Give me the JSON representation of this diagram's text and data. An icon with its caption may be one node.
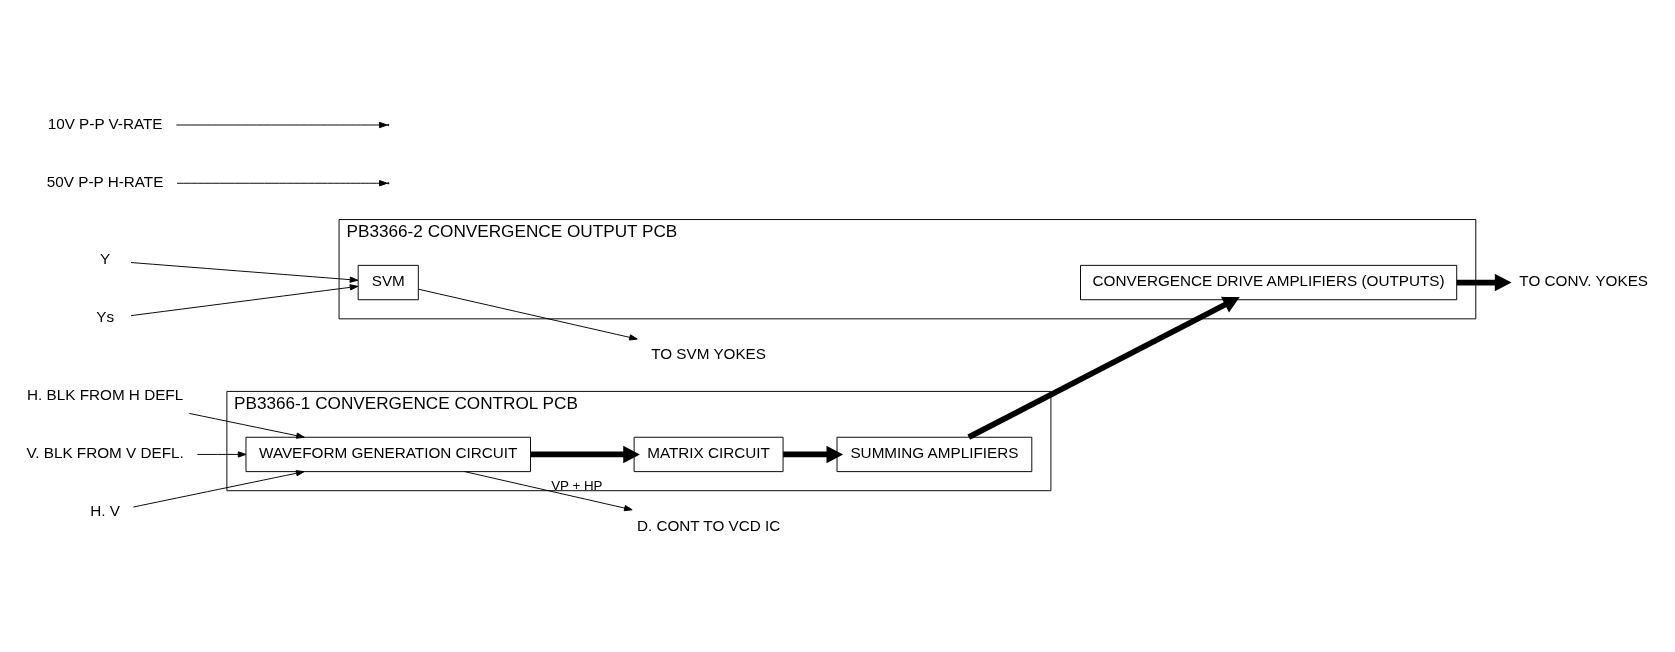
{
  "diagram": {
    "nodes": [
      {
        "text": [
          "PB3366-1 CONVERGENCE CONTROL PCB"
        ]
      },
      {
        "text": [
          "MATRIX CIRCUIT"
        ],
        "in": 0
      },
      {
        "text": [
          "SUMMING AMPLIFIERS"
        ],
        "in": 0
      },
      {
        "text": [
          "WAVEFORM GENERATION CIRCUIT"
        ],
        "in": 0
      },
      {
        "text": [
          "PB3366-2 CONVERGENCE OUTPUT PCB"
        ]
      },
      {
        "text": [
          "CONVERGENCE DRIVE AMPLIFIERS (OUTPUTS)"
        ],
        "in": 4
      },
      {
        "text": [
          "SVM"
        ],
        "in": 4
      },
      {
        "text": [
          "H. BLK FROM H DEFL"
        ]
      },
      {
        "text": [
          "V. BLK FROM V DEFL."
        ]
      },
      {
        "text": [
          "H. V"
        ]
      },
      {
        "text": [
          "D. CONT TO VCD IC"
        ]
      },
      {
        "text": [
          "TO CONV. YOKES"
        ]
      },
      {
        "text": [
          "Y"
        ]
      },
      {
        "text": [
          "Ys"
        ]
      },
      {
        "text": [
          "TO SVM YOKES"
        ]
      },
      {
        "text": [
          "50V P-P H-RATE"
        ]
      },
      {
        "text": [
          "10V P-P V-RATE"
        ]
      }
    ],
    "edges": [
      {
        "from": 15,
        "to": null,
        "arrow": "to"
      },
      {
        "from": 7,
        "to": 3,
        "arrow": "to"
      },
      {
        "from": 8,
        "to": 3,
        "arrow": "to"
      },
      {
        "from": 16,
        "to": null,
        "arrow": "to"
      },
      {
        "from": 9,
        "to": 3,
        "arrow": "to"
      },
      {
        "from": 3,
        "to": 1,
        "arrow": "to",
        "style": "thick"
      },
      {
        "from": 1,
        "to": 2,
        "arrow": "to",
        "style": "thick"
      },
      {
        "from": 2,
        "to": 5,
        "arrow": "to",
        "style": "thick"
      },
      {
        "from": 5,
        "to": 11,
        "arrow": "to",
        "style": "thick"
      },
      {
        "from": 3,
        "to": 10,
        "arrow": "to",
        "label": "VP + HP"
      },
      {
        "from": 12,
        "to": 6,
        "arrow": "to"
      },
      {
        "from": 13,
        "to": 6,
        "arrow": "to"
      },
      {
        "from": 6,
        "to": 14,
        "arrow": "to"
      }
    ]
  }
}
